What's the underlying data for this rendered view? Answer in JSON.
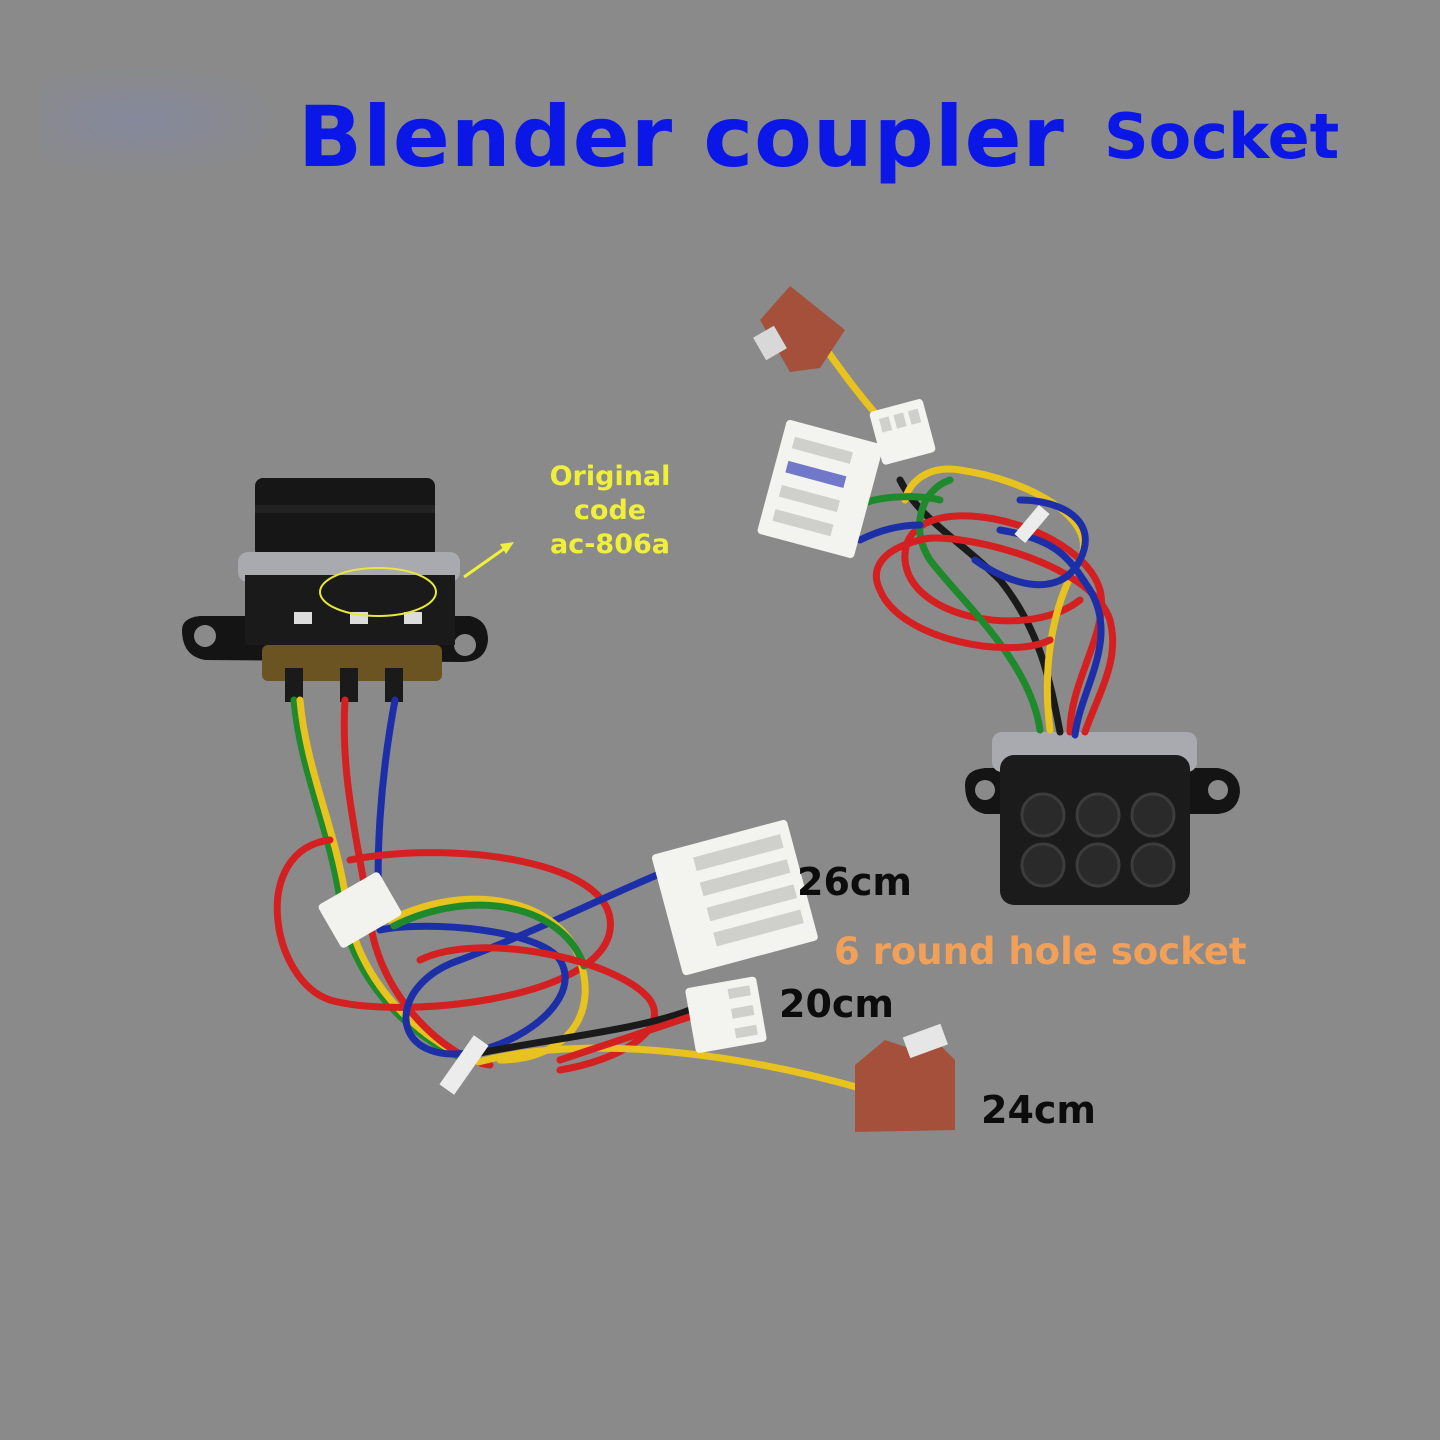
{
  "title": {
    "main": "Blender coupler",
    "sub": "Socket"
  },
  "note": {
    "line1": "Original",
    "line2": "code",
    "line3": "ac-806a"
  },
  "lengths": {
    "l26": "26cm",
    "l20": "20cm",
    "l24": "24cm"
  },
  "socket_label": "6 round hole socket",
  "colors": {
    "title": "#0a17e6",
    "note": "#f0f03a",
    "socket_label": "#f0a058",
    "background": "#8a8a8a",
    "wire_red": "#d42020",
    "wire_blue": "#1d2fa8",
    "wire_yellow": "#e8c21e",
    "wire_green": "#1f8a2c",
    "terminal_brown": "#a5503a"
  }
}
